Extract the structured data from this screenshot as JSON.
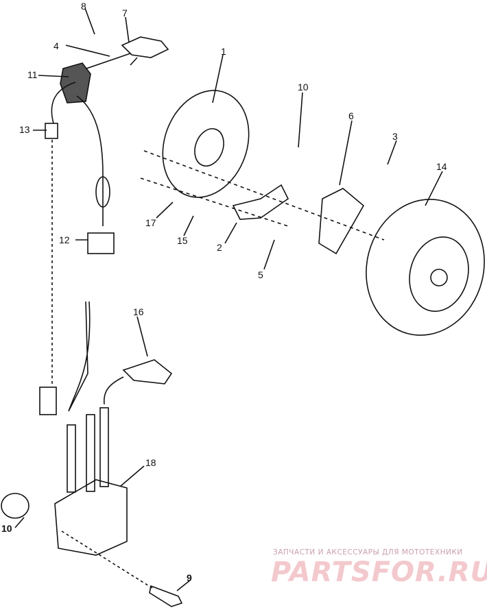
{
  "diagram": {
    "callouts": [
      "8",
      "7",
      "4",
      "11",
      "13",
      "12",
      "1",
      "10",
      "6",
      "3",
      "14",
      "17",
      "15",
      "2",
      "5",
      "16",
      "18",
      "10",
      "9"
    ]
  },
  "watermark": {
    "caption": "ЗАПЧАСТИ И АКСЕССУАРЫ ДЛЯ МОТОТЕХНИКИ",
    "logo": "PARTSFOR.RU"
  }
}
